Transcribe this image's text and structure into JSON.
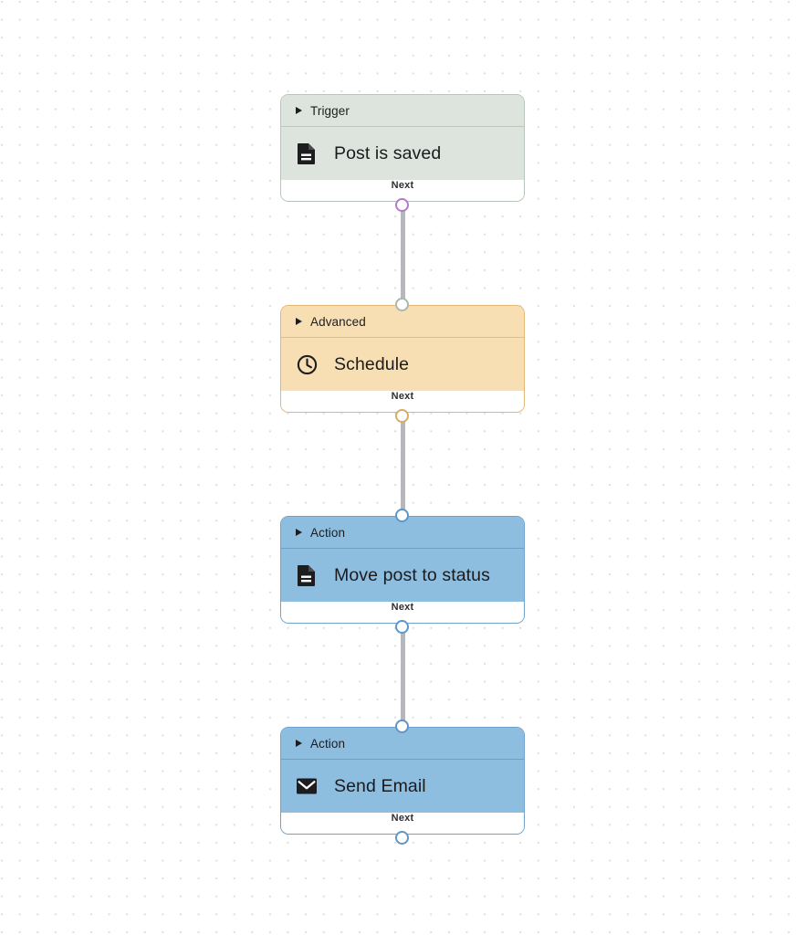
{
  "canvas": {
    "background_color": "#ffffff",
    "dot_color": "#e3dede"
  },
  "colors": {
    "trigger_fill": "#dce4dd",
    "trigger_border": "#b9c6bb",
    "advanced_fill": "#f7dfb3",
    "advanced_border": "#e3b877",
    "action_fill": "#8dbddf",
    "action_border": "#6ea2cd",
    "edge_line": "#b6b6bd",
    "source_handle_border": "#b07cc6",
    "footer_fill": "#ffffff"
  },
  "nodes": [
    {
      "id": "trigger",
      "category": "Trigger",
      "label": "Post is saved",
      "icon": "document-icon",
      "footer": "Next",
      "theme": "green"
    },
    {
      "id": "advanced",
      "category": "Advanced",
      "label": "Schedule",
      "icon": "clock-icon",
      "footer": "Next",
      "theme": "orange"
    },
    {
      "id": "action-move-post",
      "category": "Action",
      "label": "Move post to status",
      "icon": "document-icon",
      "footer": "Next",
      "theme": "blue"
    },
    {
      "id": "action-send-email",
      "category": "Action",
      "label": "Send Email",
      "icon": "envelope-icon",
      "footer": "Next",
      "theme": "blue"
    }
  ],
  "edges": [
    {
      "from": "trigger",
      "to": "advanced"
    },
    {
      "from": "advanced",
      "to": "action-move-post"
    },
    {
      "from": "action-move-post",
      "to": "action-send-email"
    }
  ]
}
